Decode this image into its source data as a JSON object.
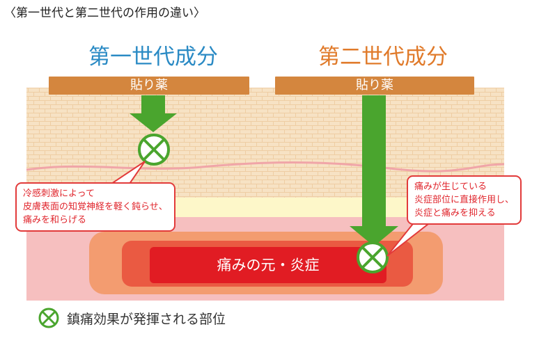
{
  "page_title": "〈第一世代と第二世代の作用の違い〉",
  "generation_1": {
    "title": "第一世代成分",
    "patch_label": "貼り薬",
    "callout_lines": [
      "冷感刺激によって",
      "皮膚表面の知覚神経を軽く鈍らせ、",
      "痛みを和らげる"
    ]
  },
  "generation_2": {
    "title": "第二世代成分",
    "patch_label": "貼り薬",
    "callout_lines": [
      "痛みが生じている",
      "炎症部位に直接作用し、",
      "炎症と痛みを抑える"
    ]
  },
  "pain_source_label": "痛みの元・炎症",
  "legend_label": "鎮痛効果が発揮される部位",
  "colors": {
    "gen1_title": "#2a8ac4",
    "gen2_title": "#e07a2a",
    "patch": "#d4863e",
    "arrow_green": "#4aa52e",
    "callout_red": "#e23a3a",
    "skin": "#f7e2c4",
    "nerve_line": "#f0a5a8",
    "fat_layer": "#fdf7c9",
    "inner_tissue": "#f6bfbf",
    "inflammation_outer": "#f29562",
    "inflammation_mid": "#ea5a42",
    "inflammation_core": "#e11c23"
  },
  "icons": {
    "effect_marker": "green-circled-x-icon"
  }
}
